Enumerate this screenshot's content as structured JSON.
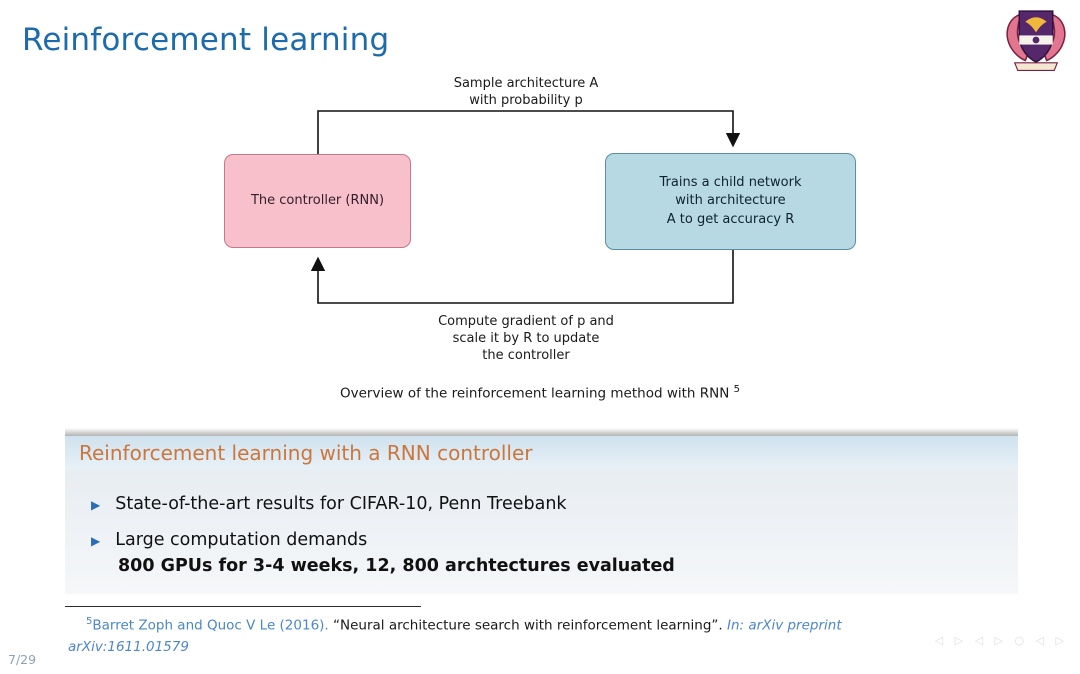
{
  "slide": {
    "title": "Reinforcement learning",
    "page_number": "7/29",
    "nav_symbols": "◁ ▷   ◁ ▷   ○ ◁ ▷"
  },
  "diagram": {
    "top_label": "Sample architecture A\nwith probability p",
    "controller_box": "The controller (RNN)",
    "child_box": "Trains a child network\nwith architecture\nA to get accuracy R",
    "bottom_label": "Compute gradient of p and\nscale it by R to update\nthe controller",
    "caption": "Overview of the reinforcement learning method with RNN ",
    "caption_mark": "5"
  },
  "block": {
    "title": "Reinforcement learning with a RNN controller",
    "bullets": [
      {
        "marker": "▶",
        "text": "State-of-the-art results for CIFAR-10, Penn Treebank"
      },
      {
        "marker": "▶",
        "text": "Large computation demands"
      }
    ],
    "bullet2_detail": "800 GPUs for 3-4 weeks, 12, 800 archtectures evaluated"
  },
  "footnote": {
    "mark": "5",
    "authors": "Barret Zoph and Quoc V Le (2016).",
    "paper_title": " “Neural architecture search with reinforcement learning”. ",
    "venue_line1": "In: arXiv preprint",
    "venue_line2": "arXiv:1611.01579"
  },
  "colors": {
    "title_blue": "#1b6bad",
    "block_title_orange": "#cb763c",
    "controller_box_pink": "#f8c0ca",
    "child_box_blue": "#b7d9e3",
    "bullet_blue": "#2a6eb5",
    "citation_blue": "#4b87c8"
  }
}
